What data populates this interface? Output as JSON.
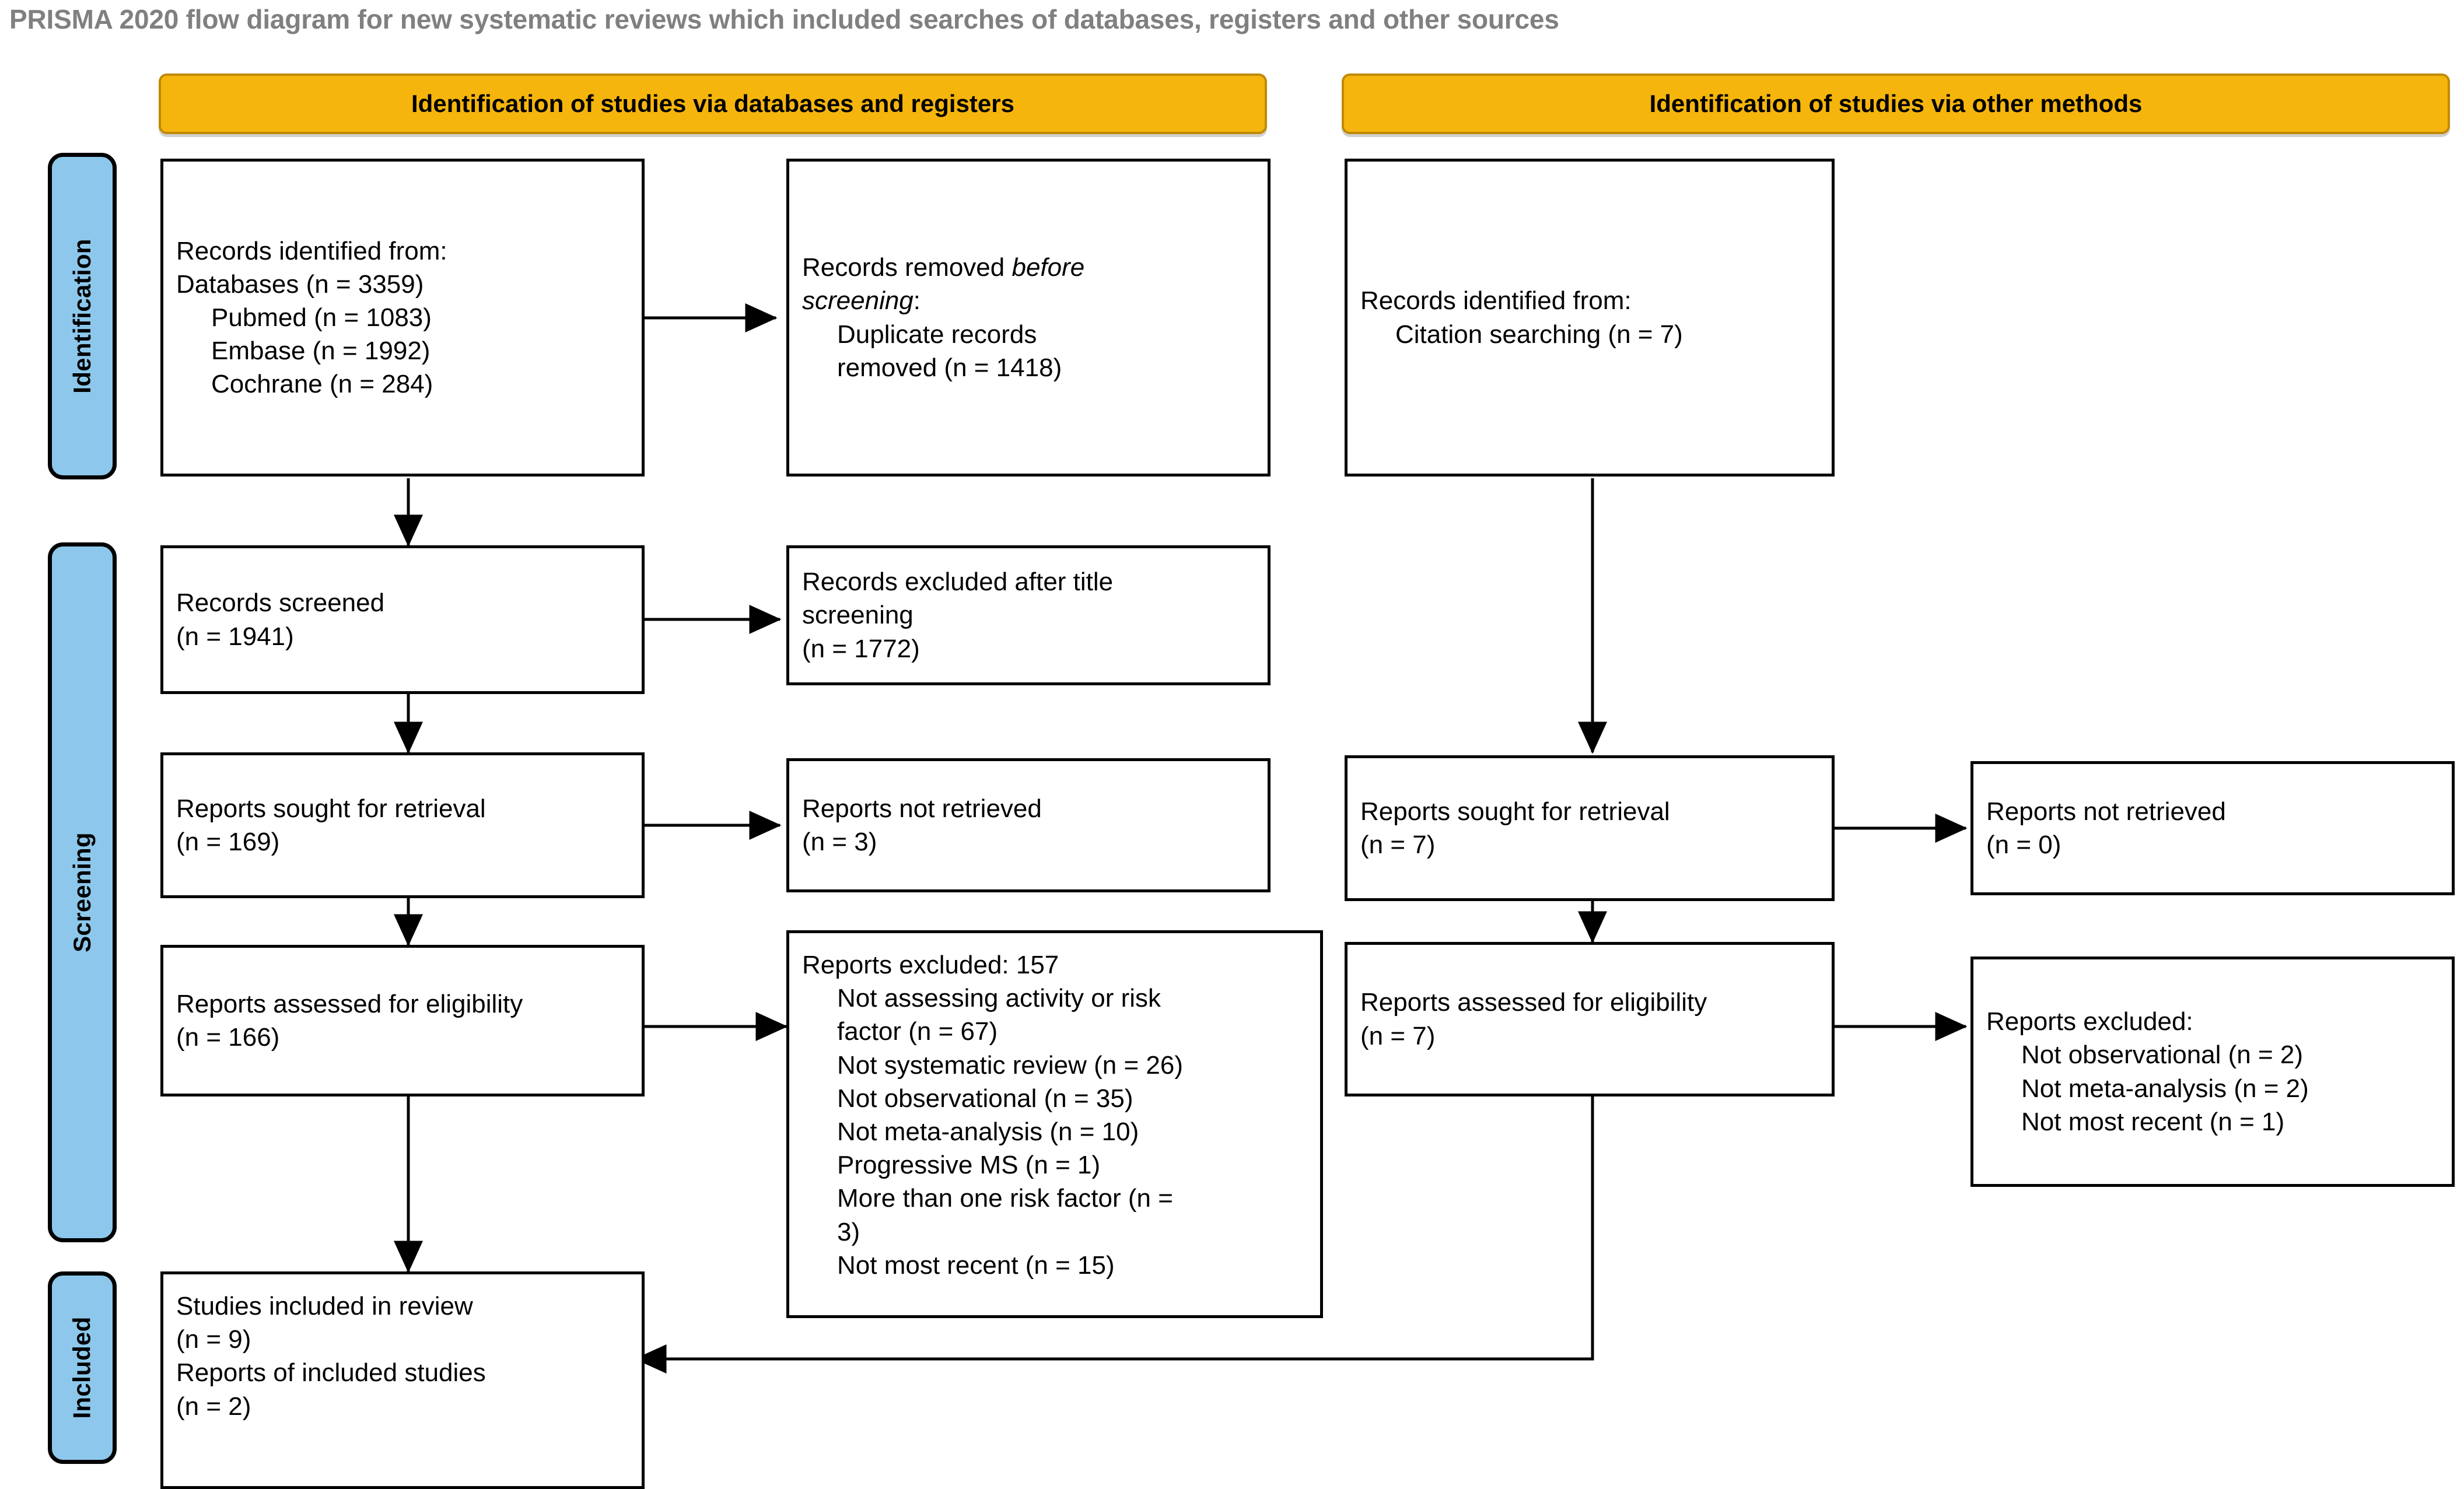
{
  "page": {
    "title": "PRISMA 2020 flow diagram for new systematic reviews which included searches of databases, registers and other sources",
    "title_color": "#808080",
    "background": "#ffffff"
  },
  "colors": {
    "banner_fill": "#F5B50C",
    "banner_border": "#C08A06",
    "phase_fill": "#8DC8EC",
    "phase_border": "#000000",
    "box_border": "#000000",
    "connector": "#000000"
  },
  "phases": [
    {
      "id": "identification",
      "label": "Identification"
    },
    {
      "id": "screening",
      "label": "Screening"
    },
    {
      "id": "included",
      "label": "Included"
    }
  ],
  "columns": [
    {
      "id": "databases",
      "banner": "Identification of studies via databases and registers"
    },
    {
      "id": "other",
      "banner": "Identification of studies via other methods"
    }
  ],
  "boxes": {
    "records_identified_db": {
      "lines": [
        {
          "text": "Records identified from:",
          "indent": 0
        },
        {
          "text": "Databases (n = 3359)",
          "indent": 0
        },
        {
          "text": "Pubmed (n = 1083)",
          "indent": 1
        },
        {
          "text": "Embase (n = 1992)",
          "indent": 1
        },
        {
          "text": "Cochrane (n = 284)",
          "indent": 1
        }
      ]
    },
    "records_removed": {
      "lines": [
        {
          "text": "Records removed ",
          "italic_tail": "before",
          "indent": 0
        },
        {
          "text": "screening",
          "italic_head": true,
          "tail": ":",
          "indent": 0
        },
        {
          "text": "Duplicate records",
          "indent": 1
        },
        {
          "text": "removed (n = 1418)",
          "indent": 1
        }
      ]
    },
    "records_identified_other": {
      "lines": [
        {
          "text": "Records identified from:",
          "indent": 0
        },
        {
          "text": "Citation searching (n = 7)",
          "indent": 1
        }
      ]
    },
    "records_screened": {
      "lines": [
        {
          "text": "Records screened",
          "indent": 0
        },
        {
          "text": "(n = 1941)",
          "indent": 0
        }
      ]
    },
    "records_excluded_title": {
      "lines": [
        {
          "text": "Records excluded after title",
          "indent": 0
        },
        {
          "text": "screening",
          "indent": 0
        },
        {
          "text": "(n = 1772)",
          "indent": 0
        }
      ]
    },
    "reports_sought_db": {
      "lines": [
        {
          "text": "Reports sought for retrieval",
          "indent": 0
        },
        {
          "text": "(n = 169)",
          "indent": 0
        }
      ]
    },
    "reports_not_retrieved_db": {
      "lines": [
        {
          "text": "Reports not retrieved",
          "indent": 0
        },
        {
          "text": "(n = 3)",
          "indent": 0
        }
      ]
    },
    "reports_sought_other": {
      "lines": [
        {
          "text": "Reports sought for retrieval",
          "indent": 0
        },
        {
          "text": "(n = 7)",
          "indent": 0
        }
      ]
    },
    "reports_not_retrieved_other": {
      "lines": [
        {
          "text": "Reports not retrieved",
          "indent": 0
        },
        {
          "text": "(n = 0)",
          "indent": 0
        }
      ]
    },
    "reports_assessed_db": {
      "lines": [
        {
          "text": "Reports assessed for eligibility",
          "indent": 0
        },
        {
          "text": "(n = 166)",
          "indent": 0
        }
      ]
    },
    "reports_excluded_db": {
      "lines": [
        {
          "text": "Reports excluded: 157",
          "indent": 0
        },
        {
          "text": "Not assessing activity or risk",
          "indent": 1
        },
        {
          "text": "factor (n = 67)",
          "indent": 0
        },
        {
          "text": "Not systematic review (n = 26)",
          "indent": 1
        },
        {
          "text": "Not observational (n = 35)",
          "indent": 1
        },
        {
          "text": "Not meta-analysis (n = 10)",
          "indent": 1
        },
        {
          "text": "Progressive MS (n = 1)",
          "indent": 1
        },
        {
          "text": "More than one risk factor (n =",
          "indent": 1
        },
        {
          "text": "3)",
          "indent": 0
        },
        {
          "text": "Not most recent (n = 15)",
          "indent": 1
        }
      ]
    },
    "reports_assessed_other": {
      "lines": [
        {
          "text": "Reports assessed for eligibility",
          "indent": 0
        },
        {
          "text": "(n = 7)",
          "indent": 0
        }
      ]
    },
    "reports_excluded_other": {
      "lines": [
        {
          "text": "Reports excluded:",
          "indent": 0
        },
        {
          "text": "Not observational (n = 2)",
          "indent": 1
        },
        {
          "text": "Not meta-analysis (n = 2)",
          "indent": 1
        },
        {
          "text": "Not most recent (n = 1)",
          "indent": 1
        }
      ]
    },
    "studies_included": {
      "lines": [
        {
          "text": "Studies included in review",
          "indent": 0
        },
        {
          "text": "(n = 9)",
          "indent": 0
        },
        {
          "text": "Reports of included studies",
          "indent": 0
        },
        {
          "text": "(n = 2)",
          "indent": 0
        }
      ]
    }
  },
  "chart_data": {
    "type": "diagram",
    "title": "PRISMA 2020 flow diagram for new systematic reviews which included searches of databases, registers and other sources",
    "nodes": [
      {
        "id": "records_identified_db",
        "phase": "Identification",
        "column": "databases",
        "label": "Records identified from: Databases",
        "n": 3359,
        "sources": [
          {
            "name": "Pubmed",
            "n": 1083
          },
          {
            "name": "Embase",
            "n": 1992
          },
          {
            "name": "Cochrane",
            "n": 284
          }
        ]
      },
      {
        "id": "records_removed",
        "phase": "Identification",
        "column": "databases",
        "label": "Records removed before screening: Duplicate records removed",
        "n": 1418
      },
      {
        "id": "records_identified_other",
        "phase": "Identification",
        "column": "other",
        "label": "Records identified from: Citation searching",
        "n": 7
      },
      {
        "id": "records_screened",
        "phase": "Screening",
        "column": "databases",
        "label": "Records screened",
        "n": 1941
      },
      {
        "id": "records_excluded_title",
        "phase": "Screening",
        "column": "databases",
        "label": "Records excluded after title screening",
        "n": 1772
      },
      {
        "id": "reports_sought_db",
        "phase": "Screening",
        "column": "databases",
        "label": "Reports sought for retrieval",
        "n": 169
      },
      {
        "id": "reports_not_retrieved_db",
        "phase": "Screening",
        "column": "databases",
        "label": "Reports not retrieved",
        "n": 3
      },
      {
        "id": "reports_assessed_db",
        "phase": "Screening",
        "column": "databases",
        "label": "Reports assessed for eligibility",
        "n": 166
      },
      {
        "id": "reports_excluded_db",
        "phase": "Screening",
        "column": "databases",
        "label": "Reports excluded",
        "n": 157,
        "reasons": [
          {
            "name": "Not assessing activity or risk factor",
            "n": 67
          },
          {
            "name": "Not systematic review",
            "n": 26
          },
          {
            "name": "Not observational",
            "n": 35
          },
          {
            "name": "Not meta-analysis",
            "n": 10
          },
          {
            "name": "Progressive MS",
            "n": 1
          },
          {
            "name": "More than one risk factor",
            "n": 3
          },
          {
            "name": "Not most recent",
            "n": 15
          }
        ]
      },
      {
        "id": "reports_sought_other",
        "phase": "Screening",
        "column": "other",
        "label": "Reports sought for retrieval",
        "n": 7
      },
      {
        "id": "reports_not_retrieved_other",
        "phase": "Screening",
        "column": "other",
        "label": "Reports not retrieved",
        "n": 0
      },
      {
        "id": "reports_assessed_other",
        "phase": "Screening",
        "column": "other",
        "label": "Reports assessed for eligibility",
        "n": 7
      },
      {
        "id": "reports_excluded_other",
        "phase": "Screening",
        "column": "other",
        "label": "Reports excluded",
        "reasons": [
          {
            "name": "Not observational",
            "n": 2
          },
          {
            "name": "Not meta-analysis",
            "n": 2
          },
          {
            "name": "Not most recent",
            "n": 1
          }
        ]
      },
      {
        "id": "studies_included",
        "phase": "Included",
        "column": "databases",
        "label": "Studies included in review",
        "n": 9,
        "reports_of_included_studies": 2
      }
    ],
    "edges": [
      {
        "from": "records_identified_db",
        "to": "records_removed"
      },
      {
        "from": "records_identified_db",
        "to": "records_screened"
      },
      {
        "from": "records_screened",
        "to": "records_excluded_title"
      },
      {
        "from": "records_screened",
        "to": "reports_sought_db"
      },
      {
        "from": "reports_sought_db",
        "to": "reports_not_retrieved_db"
      },
      {
        "from": "reports_sought_db",
        "to": "reports_assessed_db"
      },
      {
        "from": "reports_assessed_db",
        "to": "reports_excluded_db"
      },
      {
        "from": "reports_assessed_db",
        "to": "studies_included"
      },
      {
        "from": "records_identified_other",
        "to": "reports_sought_other"
      },
      {
        "from": "reports_sought_other",
        "to": "reports_not_retrieved_other"
      },
      {
        "from": "reports_sought_other",
        "to": "reports_assessed_other"
      },
      {
        "from": "reports_assessed_other",
        "to": "reports_excluded_other"
      },
      {
        "from": "reports_assessed_other",
        "to": "studies_included"
      }
    ]
  }
}
